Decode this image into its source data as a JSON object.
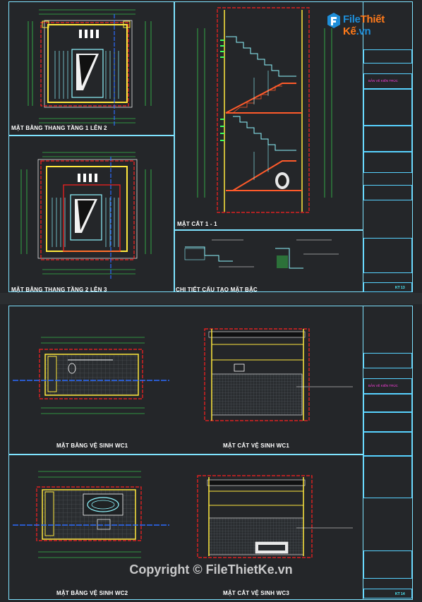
{
  "watermark": {
    "logo_text_a": "File",
    "logo_text_b": "Thiết Kế",
    "logo_text_c": ".vn",
    "copyright": "Copyright © FileThietKe.vn"
  },
  "sheet_top": {
    "plan1_title": "MẶT BẰNG THANG TẦNG 1 LÊN 2",
    "plan2_title": "MẶT BẰNG THANG TẦNG 2 LÊN 3",
    "section_title": "MẶT CẮT 1 - 1",
    "detail_title": "CHI TIẾT CẤU TẠO MẶT BẬC",
    "titleblock_drawing_name": "BẢN VẼ KIẾN TRÚC",
    "sheet_no": "KT 13"
  },
  "sheet_bottom": {
    "wc1_plan_title": "MẶT BẰNG VỆ SINH WC1",
    "wc1_section_title": "MẶT CẮT VỆ SINH WC1",
    "wc2_plan_title": "MẶT BẰNG VỆ SINH WC2",
    "wc3_section_title": "MẶT CẮT VỆ SINH WC3",
    "titleblock_drawing_name": "BẢN VẼ KIẾN TRÚC",
    "sheet_no": "KT 14"
  },
  "colors": {
    "frame": "#7fe3ff",
    "cut_line": "#ff2020",
    "wall": "#ffe83d",
    "dim": "#3dff5a",
    "stair": "#8ff6ff",
    "axis": "#2b6bff"
  }
}
